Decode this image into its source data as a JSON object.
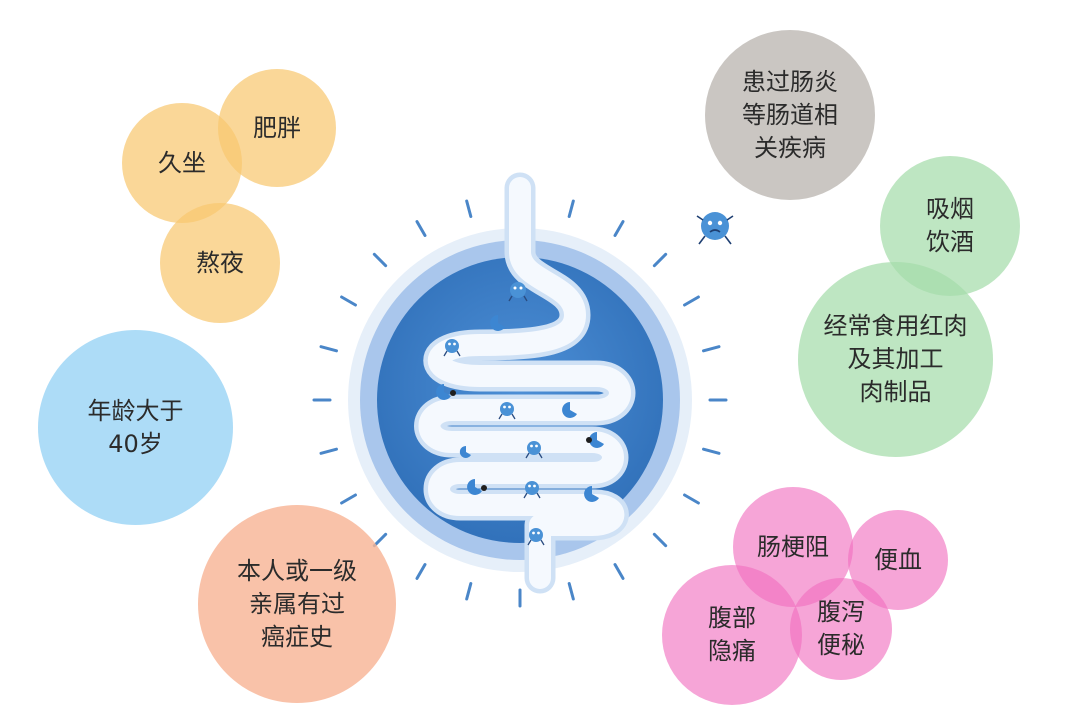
{
  "risk_factors": {
    "lifestyle": [
      "久坐",
      "肥胖",
      "熬夜"
    ],
    "age": [
      "年龄大于",
      "40岁"
    ],
    "family_history": [
      "本人或一级",
      "亲属有过",
      "癌症史"
    ],
    "intestinal_disease": [
      "患过肠炎",
      "等肠道相",
      "关疾病"
    ],
    "habits": [
      "吸烟",
      "饮酒"
    ],
    "diet": [
      "经常食用红肉",
      "及其加工",
      "肉制品"
    ]
  },
  "symptoms": {
    "obstruction": [
      "肠梗阻"
    ],
    "bleeding": [
      "便血"
    ],
    "pain": [
      "腹部",
      "隐痛"
    ],
    "bowel": [
      "腹泻",
      "便秘"
    ]
  },
  "colors": {
    "ring_outer": "#e3eefa",
    "ring_mid": "#a8c6ec",
    "core": "#3a7ec8",
    "rays": "#4a86c8",
    "intestine": "#f4f8fd",
    "microbe": "#4a92d6"
  },
  "icons": [
    "intestine-illustration",
    "microbe-icon",
    "germ-icon"
  ]
}
